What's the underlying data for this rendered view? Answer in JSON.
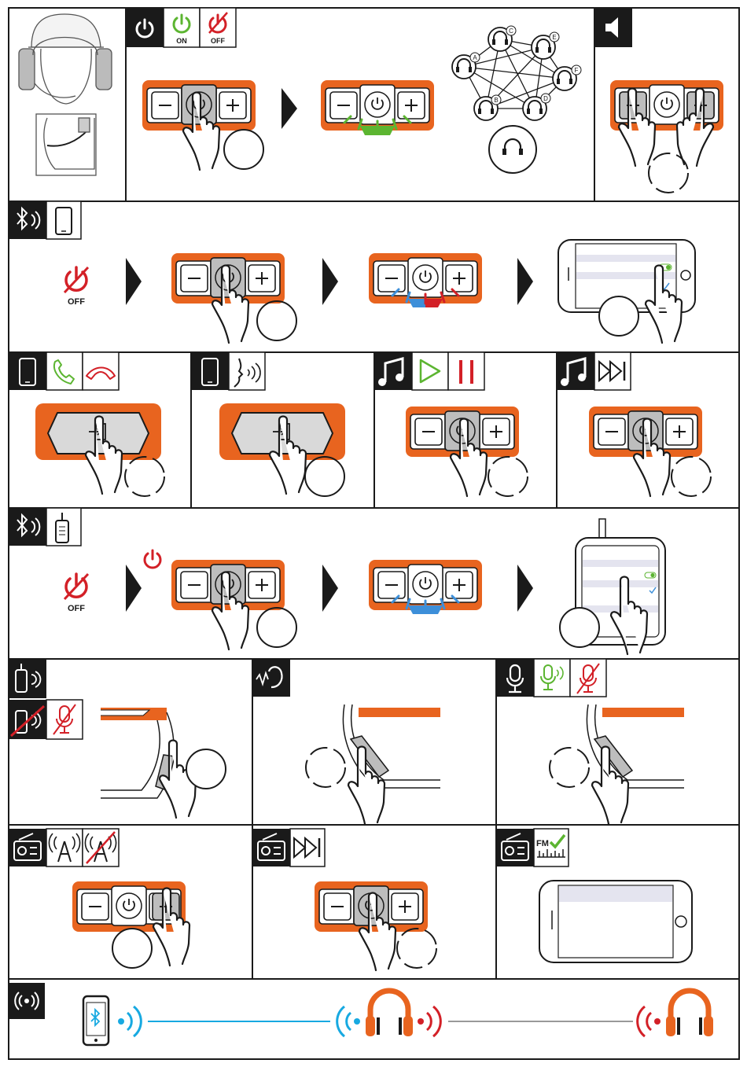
{
  "colors": {
    "orange": "#e8641f",
    "green": "#5cb531",
    "red": "#d32027",
    "blue": "#3d8fd9",
    "cyan": "#17a9e1",
    "gray": "#999999",
    "black": "#1a1a1a"
  },
  "labels": {
    "on": "ON",
    "off": "OFF",
    "fm": "FM",
    "plus": "+",
    "minus": "−",
    "node_a": "A",
    "node_b": "B",
    "node_c": "C",
    "node_d": "D",
    "node_e": "E",
    "node_f": "F"
  },
  "sections": [
    {
      "name": "power-on-and-mesh",
      "icons": [
        "power-icon",
        "power-on-icon",
        "power-off-icon"
      ]
    },
    {
      "name": "volume",
      "icons": [
        "speaker-icon"
      ]
    },
    {
      "name": "bluetooth-phone-pairing",
      "icons": [
        "bluetooth-icon",
        "phone-icon"
      ]
    },
    {
      "name": "phone-call",
      "icons": [
        "phone-icon",
        "call-answer-icon",
        "call-end-icon"
      ]
    },
    {
      "name": "voice-assistant",
      "icons": [
        "phone-icon",
        "voice-icon"
      ]
    },
    {
      "name": "music-play-pause",
      "icons": [
        "music-icon",
        "play-icon",
        "pause-icon"
      ]
    },
    {
      "name": "music-next-track",
      "icons": [
        "music-icon",
        "next-track-icon"
      ]
    },
    {
      "name": "bluetooth-radio-pairing",
      "icons": [
        "bluetooth-icon",
        "walkie-talkie-icon"
      ]
    },
    {
      "name": "radio-ptt",
      "icons": [
        "radio-transmit-icon",
        "radio-off-icon",
        "mic-muted-icon"
      ]
    },
    {
      "name": "hear-through",
      "icons": [
        "ear-icon"
      ]
    },
    {
      "name": "microphone",
      "icons": [
        "microphone-icon",
        "mic-on-icon",
        "mic-muted-icon"
      ]
    },
    {
      "name": "fm-radio-power",
      "icons": [
        "fm-radio-icon",
        "antenna-on-icon",
        "antenna-off-icon"
      ]
    },
    {
      "name": "fm-radio-next-station",
      "icons": [
        "fm-radio-icon",
        "next-track-icon"
      ]
    },
    {
      "name": "fm-radio-scan",
      "icons": [
        "fm-radio-icon",
        "fm-scan-icon"
      ]
    },
    {
      "name": "share-audio",
      "icons": [
        "share-icon",
        "bluetooth-icon",
        "headset-icon"
      ]
    }
  ]
}
